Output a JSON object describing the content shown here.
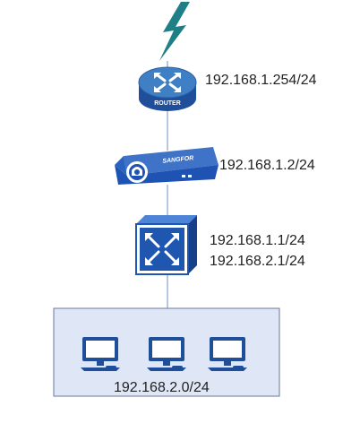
{
  "router": {
    "badge": "ROUTER",
    "ip": "192.168.1.254/24"
  },
  "firewall": {
    "brand": "SANGFOR",
    "ip": "192.168.1.2/24"
  },
  "switch": {
    "ips": [
      "192.168.1.1/24",
      "192.168.2.1/24"
    ]
  },
  "lan": {
    "subnet": "192.168.2.0/24",
    "pc_count": 3
  },
  "colors": {
    "router_top": "#3f7fc4",
    "router_body": "#1f4f9a",
    "firewall_blue": "#1e52b3",
    "switch_blue": "#1f56b0",
    "pc_blue": "#1f4f9a",
    "lan_fill": "#dfe6f5",
    "lan_border": "#6a7a9a",
    "link_line": "#9fb4d9",
    "lightning": "#1e7f86"
  }
}
